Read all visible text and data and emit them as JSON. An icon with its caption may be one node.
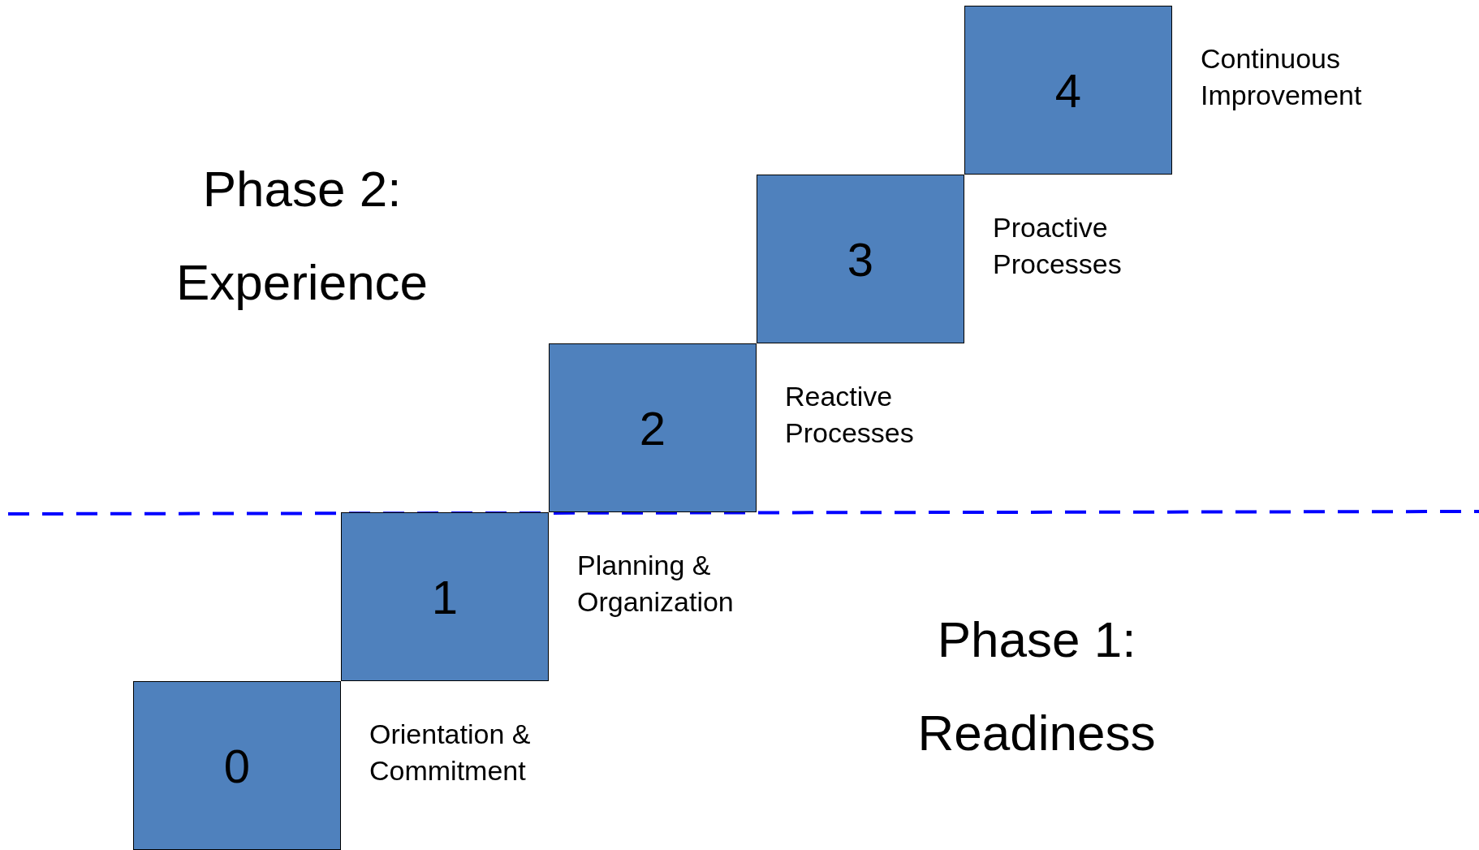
{
  "diagram": {
    "nodes": [
      {
        "text": [
          "0"
        ],
        "beside": [
          "Orientation & Commitment"
        ]
      },
      {
        "text": [
          "1"
        ],
        "beside": [
          "Planning & Organization"
        ]
      },
      {
        "text": [
          "2"
        ],
        "beside": [
          "Reactive Processes"
        ]
      },
      {
        "text": [
          "3"
        ],
        "beside": [
          "Proactive Processes"
        ]
      },
      {
        "text": [
          "4"
        ],
        "beside": [
          "Continuous Improvement"
        ]
      }
    ],
    "edges": [],
    "labels": [
      "Phase 2: Experience",
      "Phase 1: Readiness"
    ]
  }
}
